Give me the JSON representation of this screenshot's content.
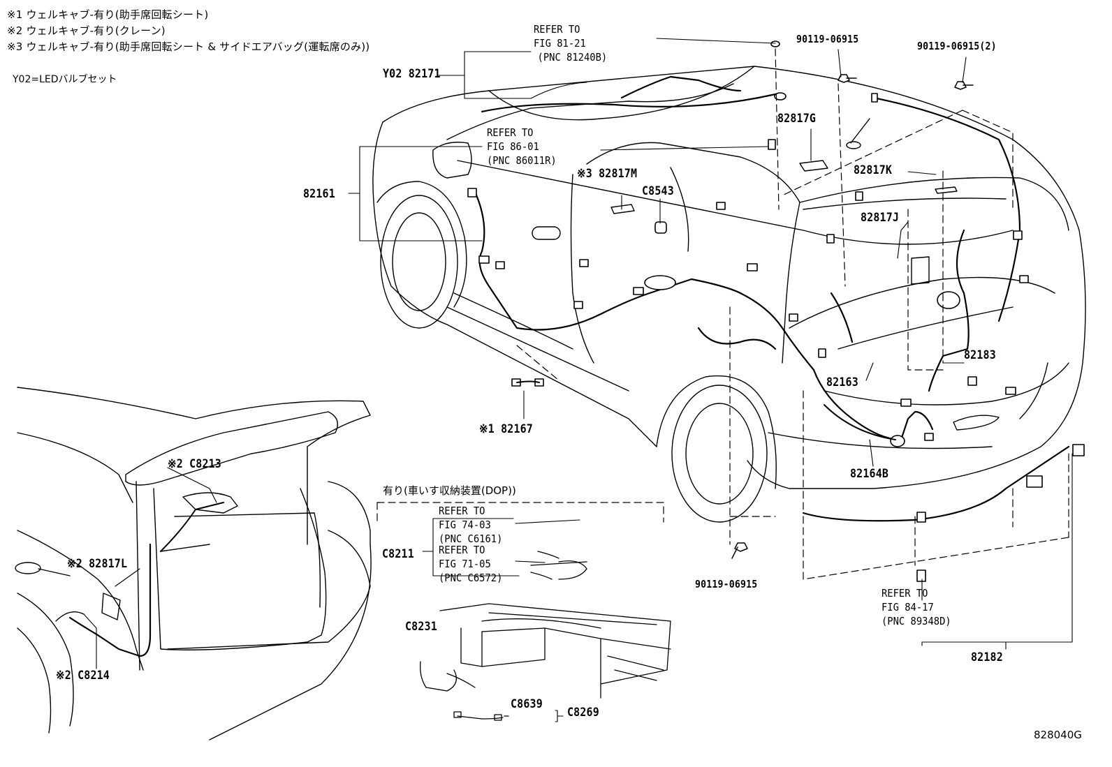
{
  "notes": [
    "※1 ウェルキャブ-有り(助手席回転シート)",
    "※2 ウェルキャブ-有り(クレーン)",
    "※3 ウェルキャブ-有り(助手席回転シート & サイドエアバッグ(運転席のみ))"
  ],
  "y02_note": "Y02=LEDバルブセット",
  "parts": {
    "p82171": "Y02 82171",
    "p82161": "82161",
    "p82817M": "※3 82817M",
    "pC8543": "C8543",
    "p82817G": "82817G",
    "p82817K": "82817K",
    "p82817J": "82817J",
    "p90119a": "90119-06915",
    "p90119b": "90119-06915(2)",
    "p90119c": "90119-06915",
    "p82183": "82183",
    "p82163": "82163",
    "p82167": "※1 82167",
    "p82164B": "82164B",
    "p82182": "82182",
    "pC8213": "※2 C8213",
    "p82817L": "※2 82817L",
    "pC8214": "※2 C8214",
    "pC8211": "C8211",
    "pC8231": "C8231",
    "pC8639": "C8639",
    "pC8269": "C8269"
  },
  "refs": {
    "r1": [
      "REFER TO",
      "FIG 81-21",
      "(PNC 81240B)"
    ],
    "r2": [
      "REFER TO",
      "FIG 86-01",
      "(PNC 86011R)"
    ],
    "r3": [
      "REFER TO",
      "FIG 74-03",
      "(PNC C6161)"
    ],
    "r4": [
      "REFER TO",
      "FIG 71-05",
      "(PNC C6572)"
    ],
    "r5": [
      "REFER TO",
      "FIG 84-17",
      "(PNC 89348D)"
    ]
  },
  "option_title": "有り(車いす収納装置(DOP))",
  "figure_number": "828040G"
}
